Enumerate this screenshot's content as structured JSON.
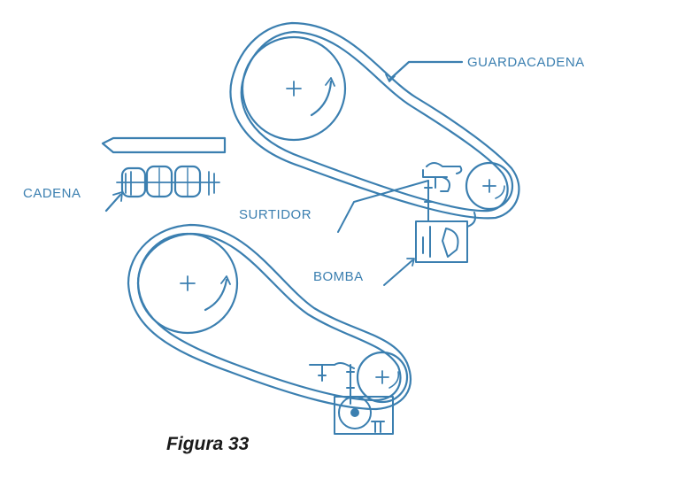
{
  "labels": {
    "guardacadena": "GUARDACADENA",
    "cadena": "CADENA",
    "surtidor": "SURTIDOR",
    "bomba": "BOMBA"
  },
  "caption": "Figura 33",
  "colors": {
    "ink": "#3b7fb0",
    "caption": "#1a1a1a"
  }
}
